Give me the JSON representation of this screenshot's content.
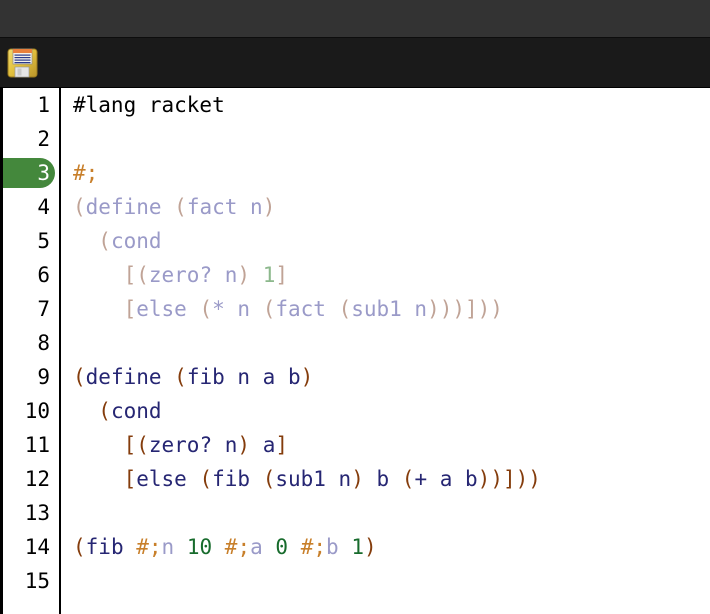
{
  "window": {
    "titlebar_color": "#333333",
    "toolbar_color": "#1a1a1a",
    "editor_background": "#ffffff"
  },
  "toolbar": {
    "save_icon": "floppy-disk-save-icon",
    "save_label": "Save"
  },
  "editor": {
    "language": "racket",
    "marked_line": 3,
    "marked_line_color": "#44883c",
    "gutter": {
      "line_numbers": [
        "1",
        "2",
        "3",
        "4",
        "5",
        "6",
        "7",
        "8",
        "9",
        "10",
        "11",
        "12",
        "13",
        "14",
        "15"
      ]
    },
    "colors": {
      "plain": "#000000",
      "paren": "#843c0c",
      "identifier": "#262673",
      "number": "#176b2c",
      "comment_marker": "#c87f2a",
      "commented_paren": "#c0a396",
      "commented_identifier": "#9a9ac8",
      "commented_number": "#8cb88c"
    },
    "lines": [
      {
        "n": 1,
        "text": "#lang racket",
        "tokens": [
          {
            "t": "#lang racket",
            "c": "plain"
          }
        ]
      },
      {
        "n": 2,
        "text": "",
        "tokens": []
      },
      {
        "n": 3,
        "text": "#;",
        "tokens": [
          {
            "t": "#;",
            "c": "comment_marker"
          }
        ]
      },
      {
        "n": 4,
        "text": "(define (fact n)",
        "tokens": [
          {
            "t": "(",
            "c": "commented_paren"
          },
          {
            "t": "define ",
            "c": "commented_identifier"
          },
          {
            "t": "(",
            "c": "commented_paren"
          },
          {
            "t": "fact n",
            "c": "commented_identifier"
          },
          {
            "t": ")",
            "c": "commented_paren"
          }
        ]
      },
      {
        "n": 5,
        "text": "  (cond",
        "tokens": [
          {
            "t": "  ",
            "c": "plain"
          },
          {
            "t": "(",
            "c": "commented_paren"
          },
          {
            "t": "cond",
            "c": "commented_identifier"
          }
        ]
      },
      {
        "n": 6,
        "text": "    [(zero? n) 1]",
        "tokens": [
          {
            "t": "    ",
            "c": "plain"
          },
          {
            "t": "[(",
            "c": "commented_paren"
          },
          {
            "t": "zero? n",
            "c": "commented_identifier"
          },
          {
            "t": ")",
            "c": "commented_paren"
          },
          {
            "t": " ",
            "c": "plain"
          },
          {
            "t": "1",
            "c": "commented_number"
          },
          {
            "t": "]",
            "c": "commented_paren"
          }
        ]
      },
      {
        "n": 7,
        "text": "    [else (* n (fact (sub1 n)))]))",
        "tokens": [
          {
            "t": "    ",
            "c": "plain"
          },
          {
            "t": "[",
            "c": "commented_paren"
          },
          {
            "t": "else ",
            "c": "commented_identifier"
          },
          {
            "t": "(",
            "c": "commented_paren"
          },
          {
            "t": "* n ",
            "c": "commented_identifier"
          },
          {
            "t": "(",
            "c": "commented_paren"
          },
          {
            "t": "fact ",
            "c": "commented_identifier"
          },
          {
            "t": "(",
            "c": "commented_paren"
          },
          {
            "t": "sub1 n",
            "c": "commented_identifier"
          },
          {
            "t": ")))]))",
            "c": "commented_paren"
          }
        ]
      },
      {
        "n": 8,
        "text": "",
        "tokens": []
      },
      {
        "n": 9,
        "text": "(define (fib n a b)",
        "tokens": [
          {
            "t": "(",
            "c": "paren"
          },
          {
            "t": "define ",
            "c": "identifier"
          },
          {
            "t": "(",
            "c": "paren"
          },
          {
            "t": "fib n a b",
            "c": "identifier"
          },
          {
            "t": ")",
            "c": "paren"
          }
        ]
      },
      {
        "n": 10,
        "text": "  (cond",
        "tokens": [
          {
            "t": "  ",
            "c": "plain"
          },
          {
            "t": "(",
            "c": "paren"
          },
          {
            "t": "cond",
            "c": "identifier"
          }
        ]
      },
      {
        "n": 11,
        "text": "    [(zero? n) a]",
        "tokens": [
          {
            "t": "    ",
            "c": "plain"
          },
          {
            "t": "[(",
            "c": "paren"
          },
          {
            "t": "zero? n",
            "c": "identifier"
          },
          {
            "t": ")",
            "c": "paren"
          },
          {
            "t": " ",
            "c": "plain"
          },
          {
            "t": "a",
            "c": "identifier"
          },
          {
            "t": "]",
            "c": "paren"
          }
        ]
      },
      {
        "n": 12,
        "text": "    [else (fib (sub1 n) b (+ a b))]))",
        "tokens": [
          {
            "t": "    ",
            "c": "plain"
          },
          {
            "t": "[",
            "c": "paren"
          },
          {
            "t": "else ",
            "c": "identifier"
          },
          {
            "t": "(",
            "c": "paren"
          },
          {
            "t": "fib ",
            "c": "identifier"
          },
          {
            "t": "(",
            "c": "paren"
          },
          {
            "t": "sub1 n",
            "c": "identifier"
          },
          {
            "t": ")",
            "c": "paren"
          },
          {
            "t": " b ",
            "c": "identifier"
          },
          {
            "t": "(",
            "c": "paren"
          },
          {
            "t": "+ a b",
            "c": "identifier"
          },
          {
            "t": "))]))",
            "c": "paren"
          }
        ]
      },
      {
        "n": 13,
        "text": "",
        "tokens": []
      },
      {
        "n": 14,
        "text": "(fib #;n 10 #;a 0 #;b 1)",
        "tokens": [
          {
            "t": "(",
            "c": "paren"
          },
          {
            "t": "fib ",
            "c": "identifier"
          },
          {
            "t": "#;",
            "c": "comment_marker"
          },
          {
            "t": "n",
            "c": "commented_identifier"
          },
          {
            "t": " ",
            "c": "plain"
          },
          {
            "t": "10",
            "c": "number"
          },
          {
            "t": " ",
            "c": "plain"
          },
          {
            "t": "#;",
            "c": "comment_marker"
          },
          {
            "t": "a",
            "c": "commented_identifier"
          },
          {
            "t": " ",
            "c": "plain"
          },
          {
            "t": "0",
            "c": "number"
          },
          {
            "t": " ",
            "c": "plain"
          },
          {
            "t": "#;",
            "c": "comment_marker"
          },
          {
            "t": "b",
            "c": "commented_identifier"
          },
          {
            "t": " ",
            "c": "plain"
          },
          {
            "t": "1",
            "c": "number"
          },
          {
            "t": ")",
            "c": "paren"
          }
        ]
      },
      {
        "n": 15,
        "text": "",
        "tokens": []
      }
    ]
  }
}
